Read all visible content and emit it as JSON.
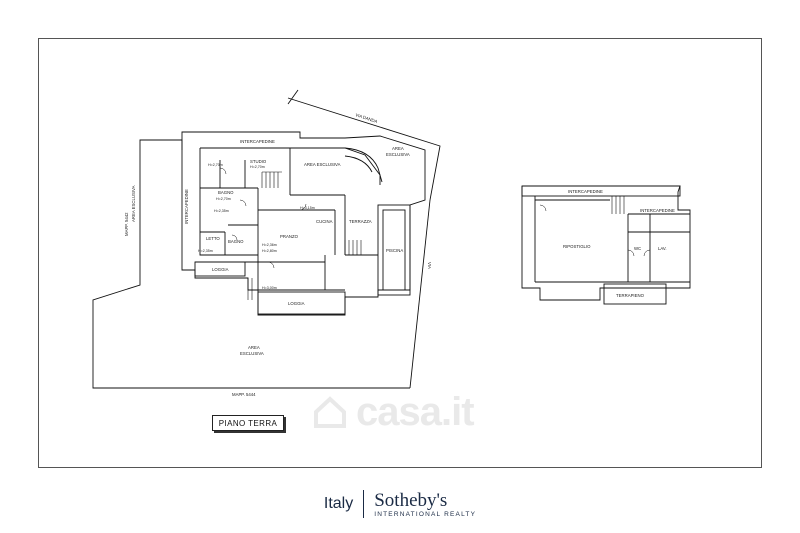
{
  "plan": {
    "ground_floor_labels": {
      "intercapedine": "INTERCAPEDINE",
      "studio": "STUDIO",
      "area_esclusiva": "AREA ESCLUSIVA",
      "area": "AREA",
      "esclusiva": "ESCLUSIVA",
      "area_esclusiva_left": "AREA ESCLUSIVA",
      "bagno": "BAGNO",
      "bagno_small": "BAGNO",
      "letto": "LETTO",
      "pranzo": "PRANZO",
      "cucina": "CUCINA",
      "terrazza": "TERRAZZA",
      "piscina": "PISCINA",
      "loggia_left": "LOGGIA",
      "loggia_bottom": "LOGGIA",
      "area_bottom": "AREA",
      "esclusiva_bottom": "ESCLUSIVA",
      "mapp_left": "MAPP. 5442",
      "mapp_bottom": "MAPP. 5444",
      "via_right": "VIA",
      "via_top": "VIA DANDA",
      "intercapedine_left": "INTERCAPEDINE",
      "h_values": [
        "H=2,70m",
        "H=2,70m",
        "H=2,70m",
        "H=2,35m",
        "H=2,35m",
        "H=3,15m",
        "H=2,36m",
        "H=2,80m",
        "H=3,00m"
      ]
    },
    "basement_labels": {
      "intercapedine_top": "INTERCAPEDINE",
      "ripostiglio": "RIPOSTIGLIO",
      "intercapedine_right": "INTERCAPEDINE",
      "wc": "WC",
      "lav": "LAV.",
      "terrapieno": "TERRAPIENO"
    },
    "floor_title": "PIANO TERRA"
  },
  "watermark": {
    "text": "casa.it"
  },
  "footer": {
    "country": "Italy",
    "brand_name": "Sotheby's",
    "brand_sub": "INTERNATIONAL REALTY"
  }
}
